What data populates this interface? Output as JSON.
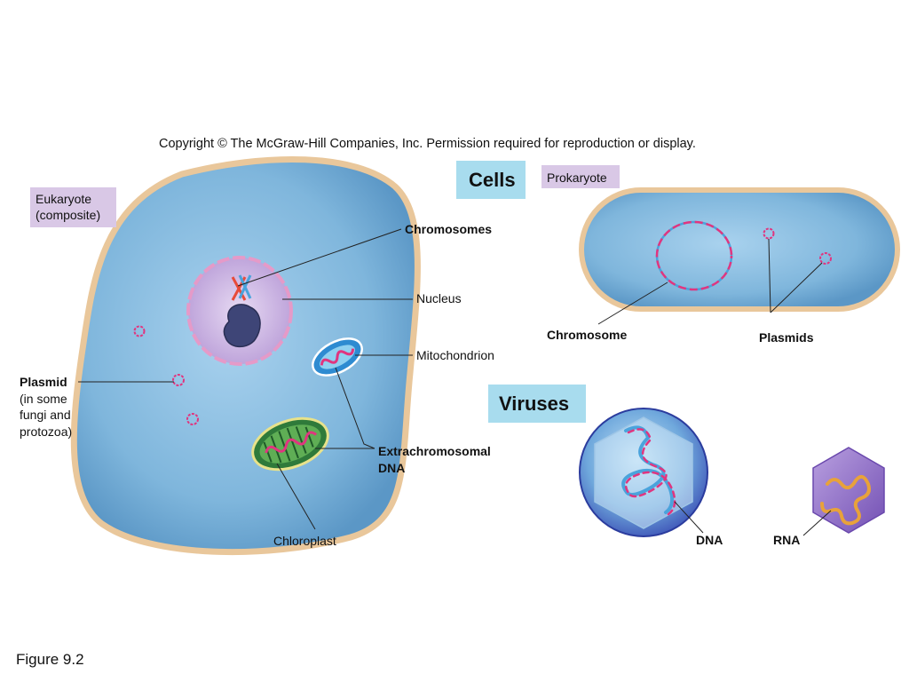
{
  "copyright": "Copyright © The McGraw-Hill Companies, Inc. Permission required for reproduction or display.",
  "headings": {
    "cells": "Cells",
    "viruses": "Viruses"
  },
  "eukaryote": {
    "tag_line1": "Eukaryote",
    "tag_line2": "(composite)",
    "labels": {
      "chromosomes": "Chromosomes",
      "nucleus": "Nucleus",
      "mitochondrion": "Mitochondrion",
      "plasmid_line1": "Plasmid",
      "plasmid_line2": "(in some",
      "plasmid_line3": "fungi and",
      "plasmid_line4": "protozoa)",
      "extra_line1": "Extrachromosomal",
      "extra_line2": "DNA",
      "chloroplast": "Chloroplast"
    }
  },
  "prokaryote": {
    "tag": "Prokaryote",
    "labels": {
      "chromosome": "Chromosome",
      "plasmids": "Plasmids"
    }
  },
  "viruses": {
    "labels": {
      "dna": "DNA",
      "rna": "RNA"
    }
  },
  "caption": "Figure 9.2",
  "colors": {
    "cytoplasm": "#7fb6dc",
    "cell_border": "#e9c79b",
    "nucleus": "#cdb6e4",
    "dna_pink": "#e0357f",
    "dna_blue": "#4aa3dc",
    "chloroplast": "#2f7a3a",
    "tag_bg": "#d9c8e6",
    "heading_bg": "#a8dcee"
  }
}
